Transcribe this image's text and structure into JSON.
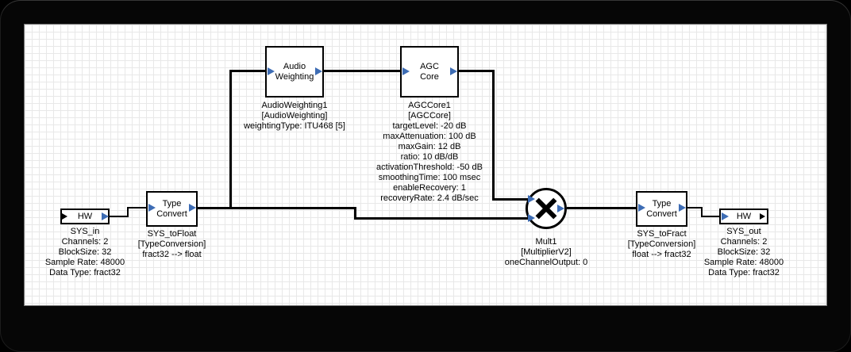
{
  "window": {
    "frame_background": "#000000",
    "canvas_background": "#ffffff",
    "grid_color": "#e8e8e8"
  },
  "colors": {
    "pin": "#3d6cb4",
    "wire": "#000000",
    "block_border": "#000000",
    "text": "#000000"
  },
  "blocks": {
    "hw_in": {
      "title": "HW",
      "labels": [
        "SYS_in",
        "Channels: 2",
        "BlockSize: 32",
        "Sample Rate: 48000",
        "Data Type: fract32"
      ]
    },
    "type_convert_in": {
      "title": [
        "Type",
        "Convert"
      ],
      "labels": [
        "SYS_toFloat",
        "[TypeConversion]",
        "fract32 --> float"
      ]
    },
    "audio_weighting": {
      "title": [
        "Audio",
        "Weighting"
      ],
      "labels": [
        "AudioWeighting1",
        "[AudioWeighting]",
        "weightingType: ITU468 [5]"
      ]
    },
    "agc_core": {
      "title": [
        "AGC",
        "Core"
      ],
      "labels": [
        "AGCCore1",
        "[AGCCore]",
        "targetLevel: -20 dB",
        "maxAttenuation: 100 dB",
        "maxGain: 12 dB",
        "ratio: 10 dB/dB",
        "activationThreshold: -50 dB",
        "smoothingTime: 100 msec",
        "enableRecovery: 1",
        "recoveryRate: 2.4 dB/sec"
      ]
    },
    "multiplier": {
      "labels": [
        "Mult1",
        "[MultiplierV2]",
        "oneChannelOutput: 0"
      ]
    },
    "type_convert_out": {
      "title": [
        "Type",
        "Convert"
      ],
      "labels": [
        "SYS_toFract",
        "[TypeConversion]",
        "float --> fract32"
      ]
    },
    "hw_out": {
      "title": "HW",
      "labels": [
        "SYS_out",
        "Channels: 2",
        "BlockSize: 32",
        "Sample Rate: 48000",
        "Data Type: fract32"
      ]
    }
  }
}
